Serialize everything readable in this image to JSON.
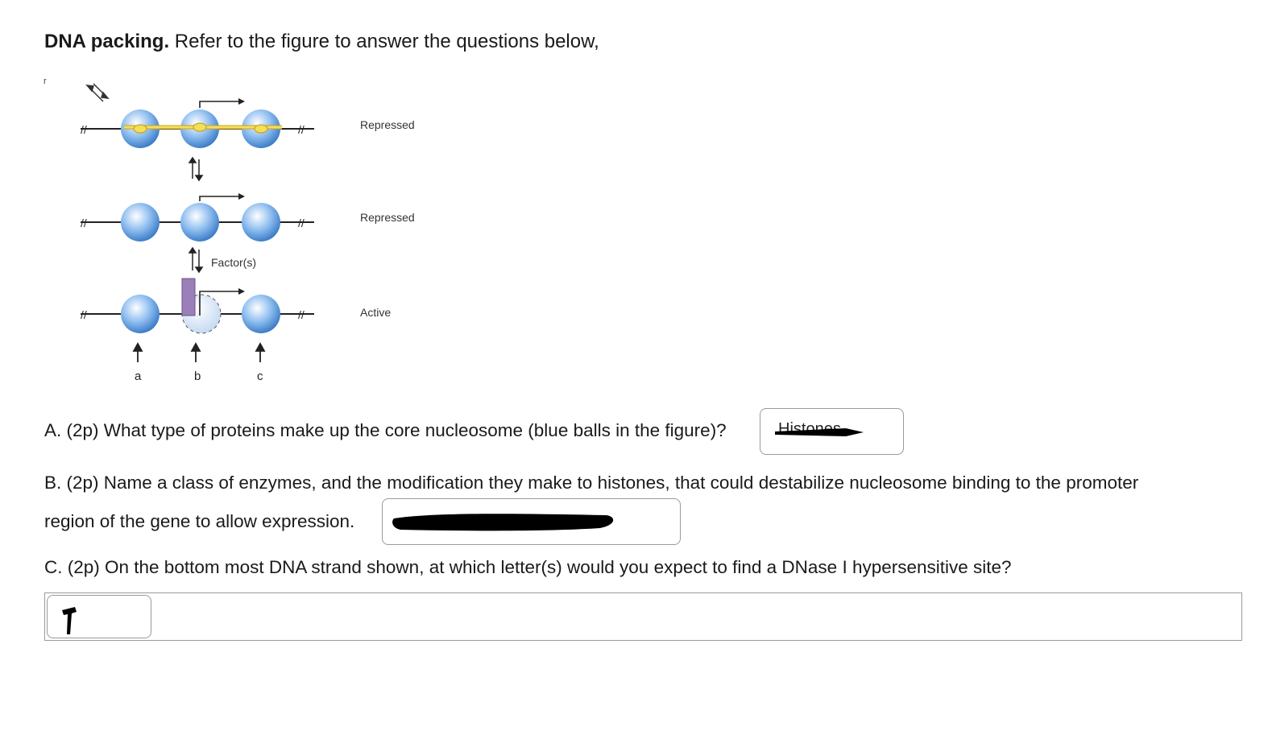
{
  "heading": {
    "bold": "DNA packing.",
    "rest": " Refer to the figure to answer the questions below,"
  },
  "figure": {
    "labels": {
      "repressed_1": "Repressed",
      "repressed_2": "Repressed",
      "active": "Active",
      "factors": "Factor(s)"
    },
    "positions": [
      "a",
      "b",
      "c"
    ],
    "colors": {
      "nucleosome": "#6aa8e6",
      "nucleosome_dark": "#3f7fc8",
      "linker_tail": "#f2df5a",
      "factor": "#9b7fb8"
    }
  },
  "questions": {
    "a": {
      "text": "A. (2p) What type of proteins make up the core nucleosome (blue balls in the figure)?",
      "answer": "Histones"
    },
    "b": {
      "line1": "B. (2p) Name a class of enzymes, and the modification they make to histones, that could destabilize nucleosome binding to the promoter",
      "line2": "region of the gene to allow expression.",
      "answer": ""
    },
    "c": {
      "text": "C. (2p) On the bottom most DNA strand shown, at which letter(s) would you expect to find a DNase I hypersensitive site?",
      "answer": ""
    }
  }
}
